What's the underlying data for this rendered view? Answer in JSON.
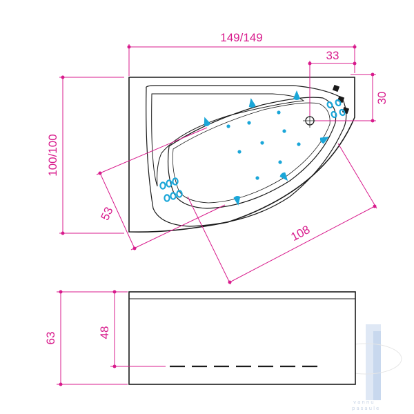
{
  "colors": {
    "dimension": "#d81b8c",
    "outline": "#1a1a1a",
    "jet": "#1aa6d8",
    "watermark": "#c8d8ee"
  },
  "top_view": {
    "overall_width": "149/149",
    "overall_depth": "100/100",
    "drain_offset_x": "33",
    "drain_offset_y": "30",
    "inner_length": "108",
    "inner_width": "53"
  },
  "side_view": {
    "total_height": "63",
    "body_height": "48"
  },
  "watermark": {
    "line1": "vannu",
    "line2": "pasaule"
  }
}
